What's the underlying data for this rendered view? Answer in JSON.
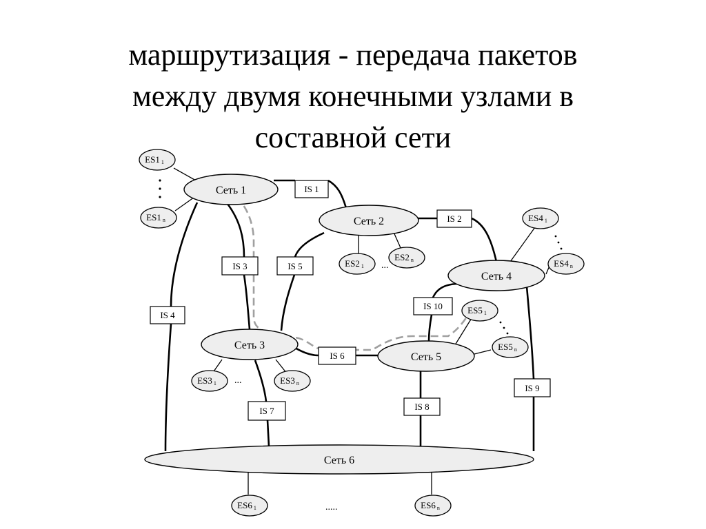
{
  "title": {
    "lines": [
      "маршрутизация - передача пакетов",
      "между двумя конечными узлами в",
      "составной сети"
    ]
  },
  "networks": {
    "net1": "Сеть 1",
    "net2": "Сеть 2",
    "net3": "Сеть 3",
    "net4": "Сеть 4",
    "net5": "Сеть 5",
    "net6": "Сеть 6"
  },
  "routers": {
    "is1": "IS 1",
    "is2": "IS 2",
    "is3": "IS 3",
    "is4": "IS 4",
    "is5": "IS 5",
    "is6": "IS 6",
    "is7": "IS 7",
    "is8": "IS 8",
    "is9": "IS 9",
    "is10": "IS 10"
  },
  "end_systems": {
    "es1_1": {
      "base": "ES1",
      "sub": "1"
    },
    "es1_n": {
      "base": "ES1",
      "sub": "n"
    },
    "es2_1": {
      "base": "ES2",
      "sub": "1"
    },
    "es2_n": {
      "base": "ES2",
      "sub": "n"
    },
    "es3_1": {
      "base": "ES3",
      "sub": "1"
    },
    "es3_n": {
      "base": "ES3",
      "sub": "n"
    },
    "es4_1": {
      "base": "ES4",
      "sub": "1"
    },
    "es4_n": {
      "base": "ES4",
      "sub": "n"
    },
    "es5_1": {
      "base": "ES5",
      "sub": "1"
    },
    "es5_n": {
      "base": "ES5",
      "sub": "n"
    },
    "es6_1": {
      "base": "ES6",
      "sub": "1"
    },
    "es6_n": {
      "base": "ES6",
      "sub": "n"
    }
  },
  "ellipsis": {
    "es2": "...",
    "es3": "...",
    "es6": "....."
  },
  "colors": {
    "node_fill": "#eeeeee",
    "route_dash": "#a0a0a0",
    "line": "#000000"
  }
}
